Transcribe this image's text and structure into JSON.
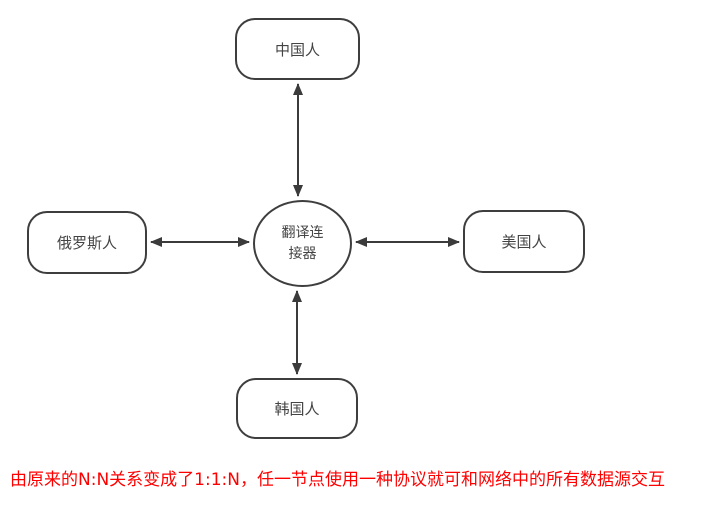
{
  "diagram": {
    "center_node": {
      "label": "翻译连接器"
    },
    "nodes": {
      "top": {
        "label": "中国人"
      },
      "left": {
        "label": "俄罗斯人"
      },
      "right": {
        "label": "美国人"
      },
      "bottom": {
        "label": "韩国人"
      }
    },
    "connections": [
      "center-top",
      "center-left",
      "center-right",
      "center-bottom"
    ],
    "caption": "由原来的N:N关系变成了1:1:N，任一节点使用一种协议就可和网络中的所有数据源交互",
    "colors": {
      "stroke": "#3b3b3b",
      "node_border": "#3e3e3e",
      "node_fill": "#ffffff",
      "node_text": "#444444",
      "caption_text": "#ff0000",
      "background": "#ffffff"
    }
  }
}
